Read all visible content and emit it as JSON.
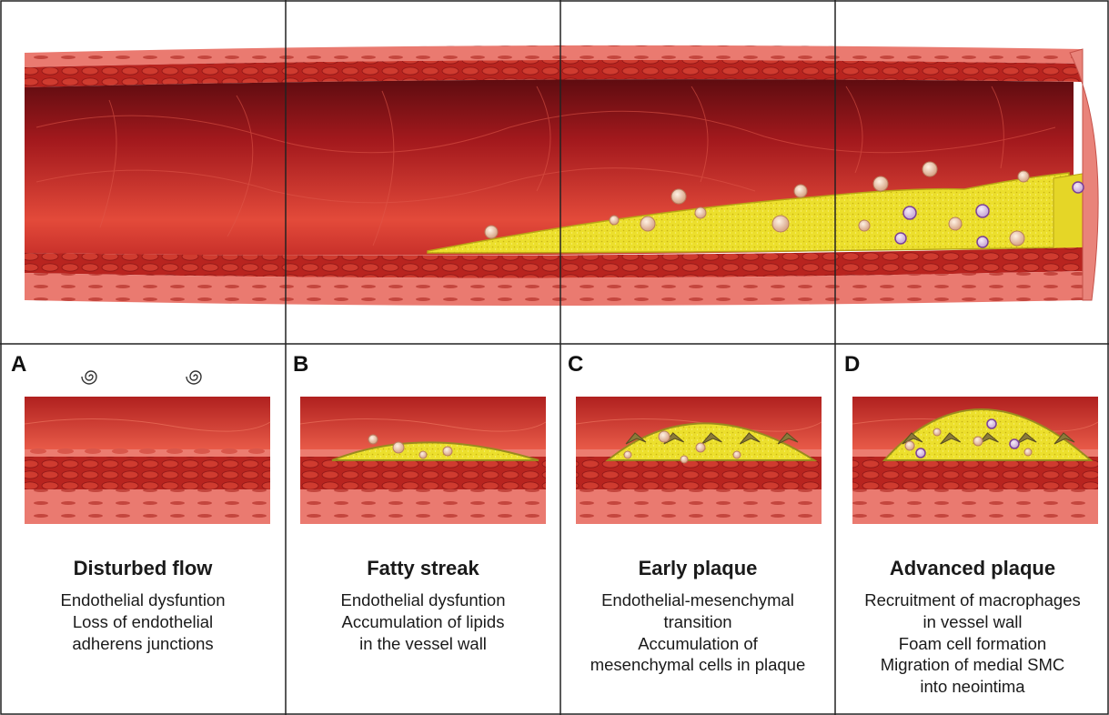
{
  "colors": {
    "vessel_wall": "#c8282a",
    "lumen": "#9e1a1c",
    "adventitia": "#e7807a",
    "plaque": "#e9de2a",
    "foam_cell": "#f3d7c4",
    "macrophage": "#8a4fb0",
    "smc": "#8a7a3a",
    "divider": "#222222"
  },
  "panels": [
    {
      "letter": "A",
      "title": "Disturbed flow",
      "lines": [
        "Endothelial dysfuntion",
        "Loss of endothelial",
        "adherens junctions"
      ],
      "icons": [
        "spiral-flow-icon",
        "spiral-flow-icon"
      ]
    },
    {
      "letter": "B",
      "title": "Fatty streak",
      "lines": [
        "Endothelial dysfuntion",
        "Accumulation of lipids",
        "in the vessel wall"
      ]
    },
    {
      "letter": "C",
      "title": "Early plaque",
      "lines": [
        "Endothelial-mesenchymal",
        "transition",
        "Accumulation of",
        "mesenchymal cells in plaque"
      ]
    },
    {
      "letter": "D",
      "title": "Advanced plaque",
      "lines": [
        "Recruitment of macrophages",
        "in vessel wall",
        "Foam cell formation",
        "Migration of medial SMC",
        "into neointima"
      ]
    }
  ]
}
